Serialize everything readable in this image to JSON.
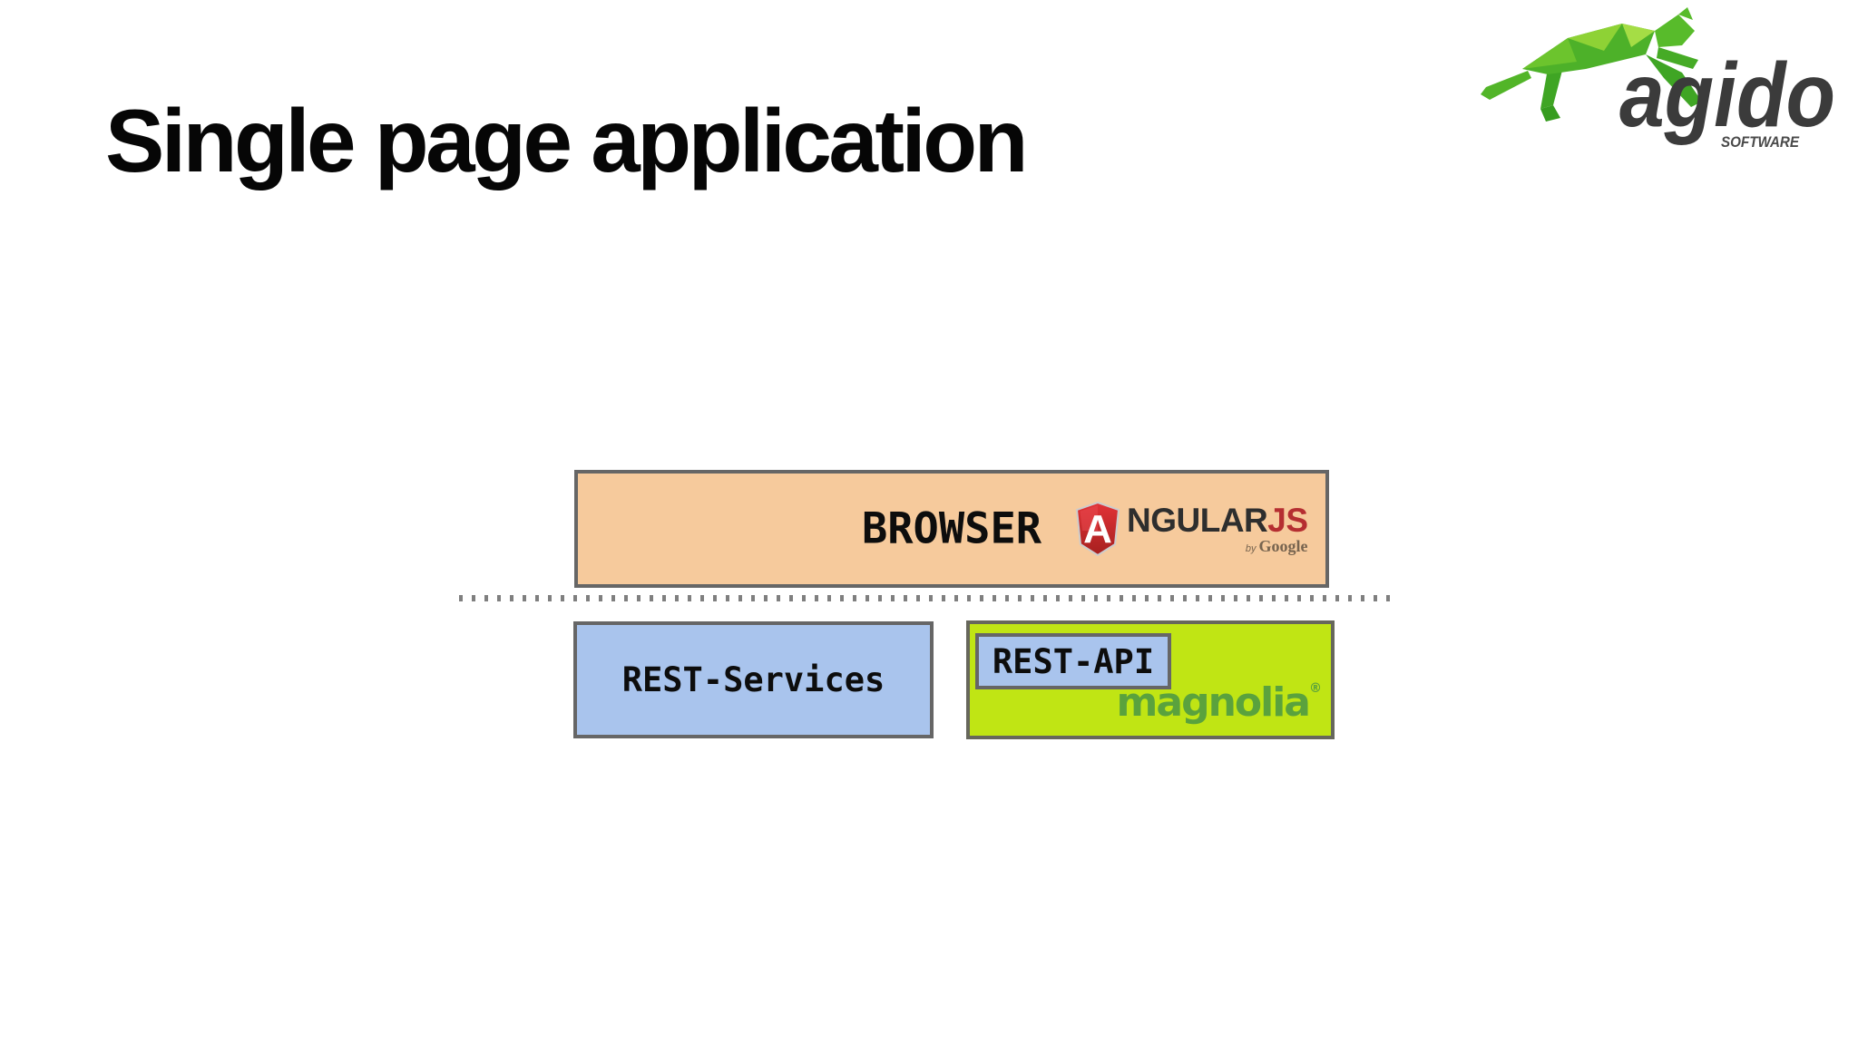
{
  "slide": {
    "title": "Single page application"
  },
  "brand_logo": {
    "name": "agido",
    "tagline": "SOFTWARE",
    "icon": "leaping-panther-icon"
  },
  "diagram": {
    "browser": {
      "label": "BROWSER"
    },
    "angularjs": {
      "shield_letter": "A",
      "word_prefix": "NGULAR",
      "word_suffix": "JS",
      "byline_by": "by",
      "byline_brand": "Google"
    },
    "rest_services": {
      "label": "REST-Services"
    },
    "magnolia": {
      "rest_api_label": "REST-API",
      "brand": "magnolia",
      "registered_mark": "®"
    }
  },
  "colors": {
    "browser_fill": "#f6ca9c",
    "services_fill": "#a9c4ed",
    "magnolia_fill": "#c0e514",
    "box_border": "#666666",
    "angular_red": "#b52e31",
    "magnolia_brand_green": "#5aa23d",
    "agido_green": "#4db129",
    "separator_gray": "#7f7f7f",
    "title_color": "#060606"
  }
}
